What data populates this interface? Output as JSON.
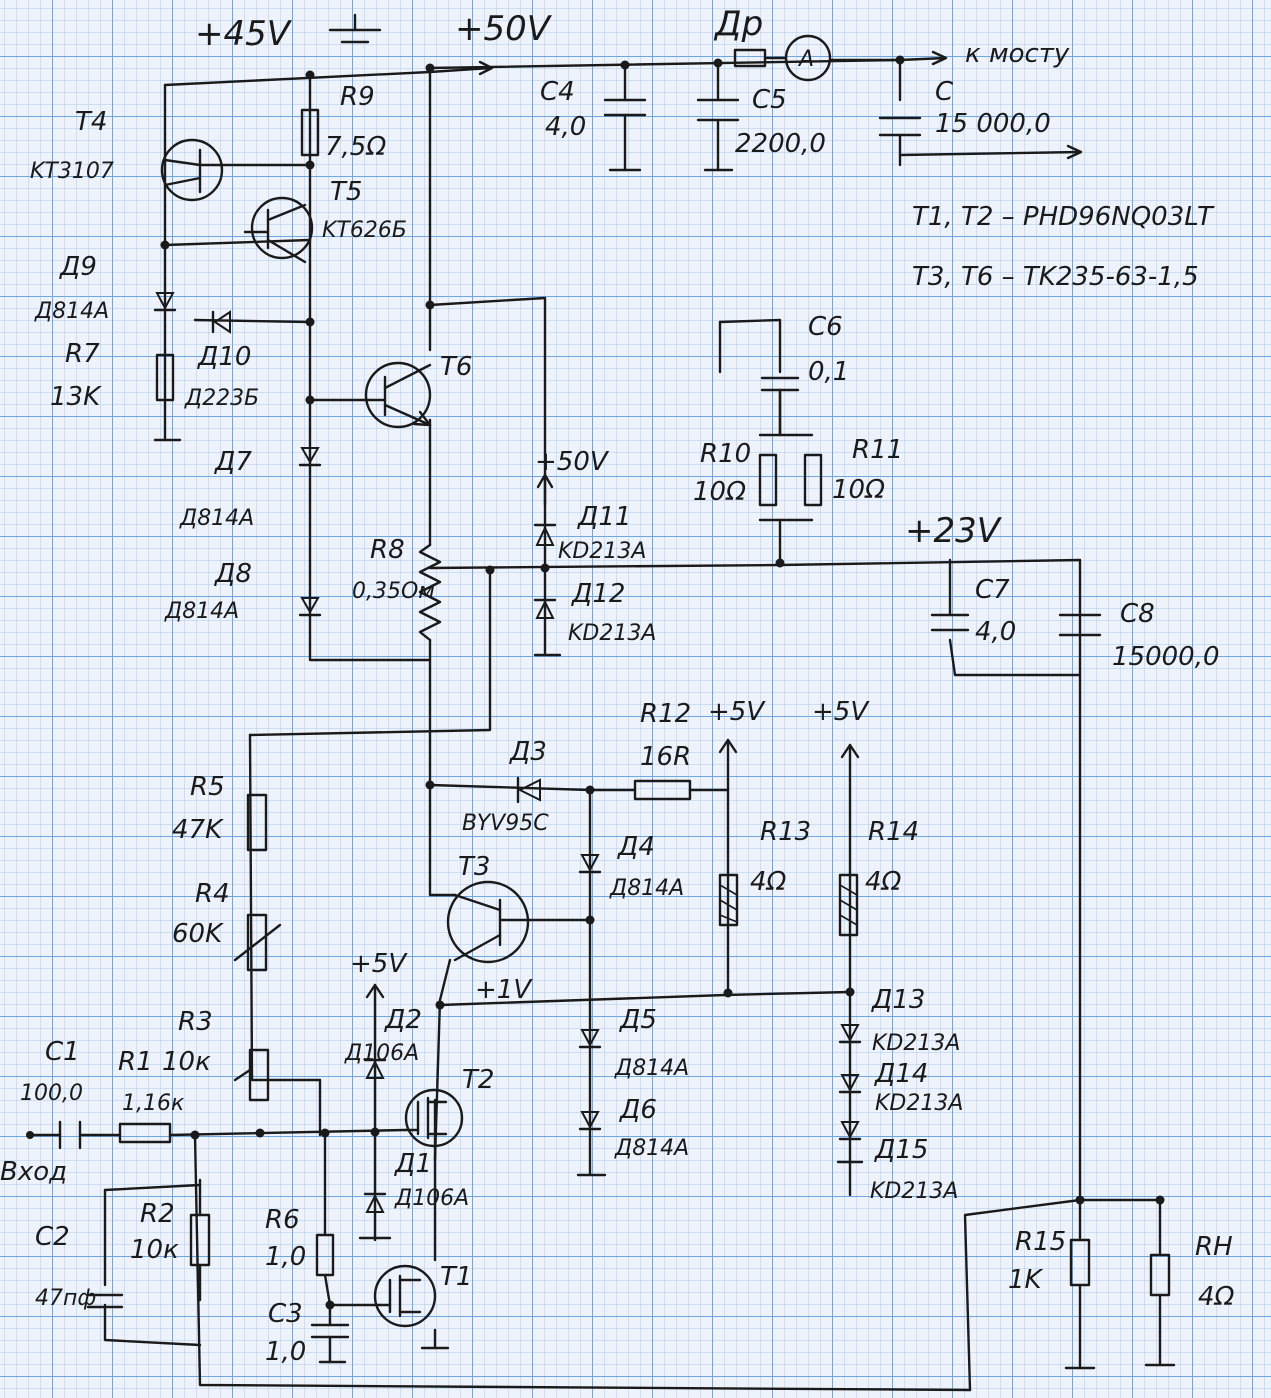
{
  "rails": {
    "v45": "+45V",
    "v50": "+50V",
    "v50b": "+50V",
    "v23": "+23V",
    "v5a": "+5V",
    "v5b": "+5V",
    "v5c": "+5V",
    "v1": "+1V",
    "to_bridge": "к мосту",
    "input": "Вход"
  },
  "notes": {
    "t1t2": "T1, T2 – PHD96NQ03LT",
    "t3t6": "T3, T6 – TK235-63-1,5"
  },
  "parts": {
    "T1": "T1",
    "T2": "T2",
    "T3": "T3",
    "T4": "T4",
    "T4_type": "KT3107",
    "T5": "T5",
    "T5_type": "KT626Б",
    "T6": "T6",
    "Dr": "Др",
    "A": "A",
    "C": "C",
    "C_val": "15 000,0",
    "C1": "C1",
    "C1_val": "100,0",
    "C2": "C2",
    "C2_val": "47пф",
    "C3": "C3",
    "C3_val": "1,0",
    "C4": "C4",
    "C4_val": "4,0",
    "C5": "C5",
    "C5_val": "2200,0",
    "C6": "C6",
    "C6_val": "0,1",
    "C7": "C7",
    "C7_val": "4,0",
    "C8": "C8",
    "C8_val": "15000,0",
    "R1": "R1",
    "R1_val": "1,16к",
    "R2": "R2",
    "R2_val": "10к",
    "R3": "R3",
    "R3_val": "10к",
    "R4": "R4",
    "R4_val": "60K",
    "R5": "R5",
    "R5_val": "47K",
    "R6": "R6",
    "R6_val": "1,0",
    "R7": "R7",
    "R7_val": "13K",
    "R8": "R8",
    "R8_val": "0,35Ом",
    "R9": "R9",
    "R9_val": "7,5Ω",
    "R10": "R10",
    "R10_val": "10Ω",
    "R11": "R11",
    "R11_val": "10Ω",
    "R12": "R12",
    "R12_val": "16R",
    "R13": "R13",
    "R13_val": "4Ω",
    "R14": "R14",
    "R14_val": "4Ω",
    "R15": "R15",
    "R15_val": "1K",
    "RH": "RH",
    "RH_val": "4Ω",
    "D1": "Д1",
    "D1_type": "Д106А",
    "D2": "Д2",
    "D2_type": "Д106А",
    "D3": "Д3",
    "D3_type": "BYV95C",
    "D4": "Д4",
    "D4_type": "Д814А",
    "D5": "Д5",
    "D5_type": "Д814А",
    "D6": "Д6",
    "D6_type": "Д814А",
    "D7": "Д7",
    "D7_type": "Д814А",
    "D8": "Д8",
    "D8_type": "Д814А",
    "D9": "Д9",
    "D9_type": "Д814А",
    "D10": "Д10",
    "D10_type": "Д223Б",
    "D11": "Д11",
    "D11_type": "KD213A",
    "D12": "Д12",
    "D12_type": "KD213A",
    "D13": "Д13",
    "D13_type": "KD213A",
    "D14": "Д14",
    "D14_type": "KD213A",
    "D15": "Д15",
    "D15_type": "KD213A"
  }
}
